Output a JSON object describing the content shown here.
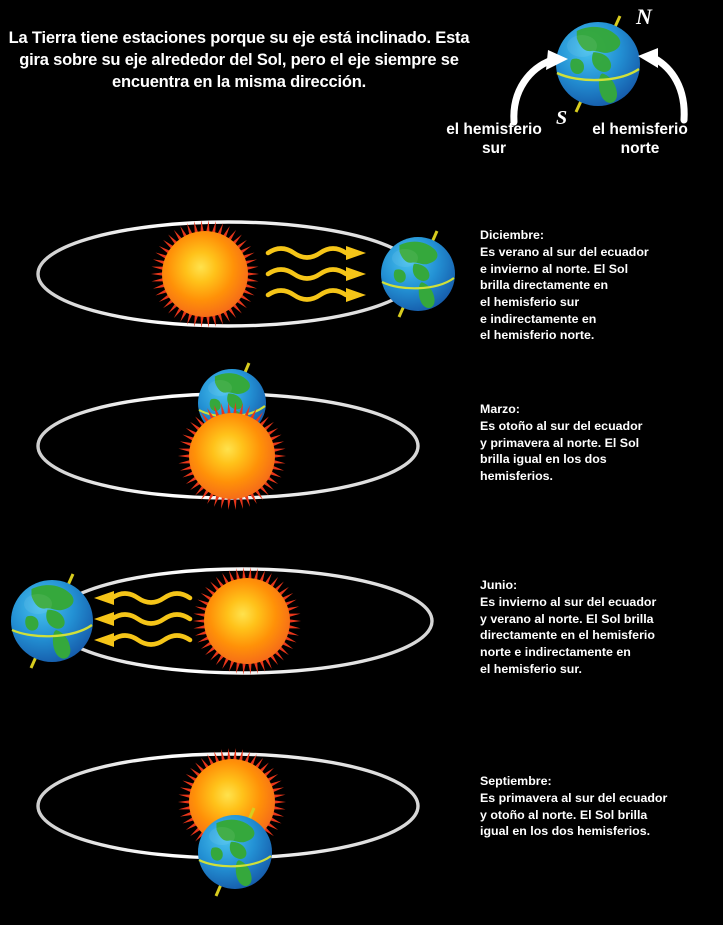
{
  "intro": {
    "text": "La Tierra tiene estaciones porque su eje está inclinado. Esta gira sobre su eje alrededor del Sol, pero el eje siempre se encuentra en la misma dirección."
  },
  "header_globe": {
    "pole_north_label": "N",
    "pole_south_label": "S",
    "hemisphere_south_label": "el hemisferio\nsur",
    "hemisphere_north_label": "el hemisferio\nnorte"
  },
  "panels": [
    {
      "month": "Diciembre:",
      "description": "Es verano al sur del ecuador\ne invierno al norte. El Sol\nbrilla directamente en\nel hemisferio sur\ne indirectamente en\nel hemisferio norte.",
      "earth_position": "right",
      "rays": "toward-right",
      "ray_count": 3
    },
    {
      "month": "Marzo:",
      "description": "Es otoño al sur del ecuador\ny primavera al norte. El Sol\nbrilla igual en los dos\nhemisferios.",
      "earth_position": "back-top",
      "rays": "none",
      "ray_count": 0
    },
    {
      "month": "Junio:",
      "description": "Es invierno al sur del ecuador\ny verano al norte. El Sol brilla\ndirectamente en el hemisferio\nnorte e indirectamente en\nel hemisferio sur.",
      "earth_position": "left",
      "rays": "toward-left",
      "ray_count": 3
    },
    {
      "month": "Septiembre:",
      "description": "Es primavera al sur del ecuador\ny otoño al norte. El Sol brilla\nigual en los dos hemisferios.",
      "earth_position": "front-bottom",
      "rays": "none",
      "ray_count": 0
    }
  ],
  "colors": {
    "background": "#000000",
    "text": "#ffffff",
    "orbit": "#f2f2f2",
    "sun_core": "#ffd11a",
    "sun_mid": "#ff8a00",
    "sun_edge": "#f4661b",
    "sun_spikes": "#e8361a",
    "earth_ocean": "#1f7ec4",
    "earth_ocean_light": "#36b3e8",
    "earth_land": "#35a83c",
    "earth_equator": "#cfe03a",
    "earth_axis": "#d8cc1e",
    "ray": "#f5c518"
  }
}
